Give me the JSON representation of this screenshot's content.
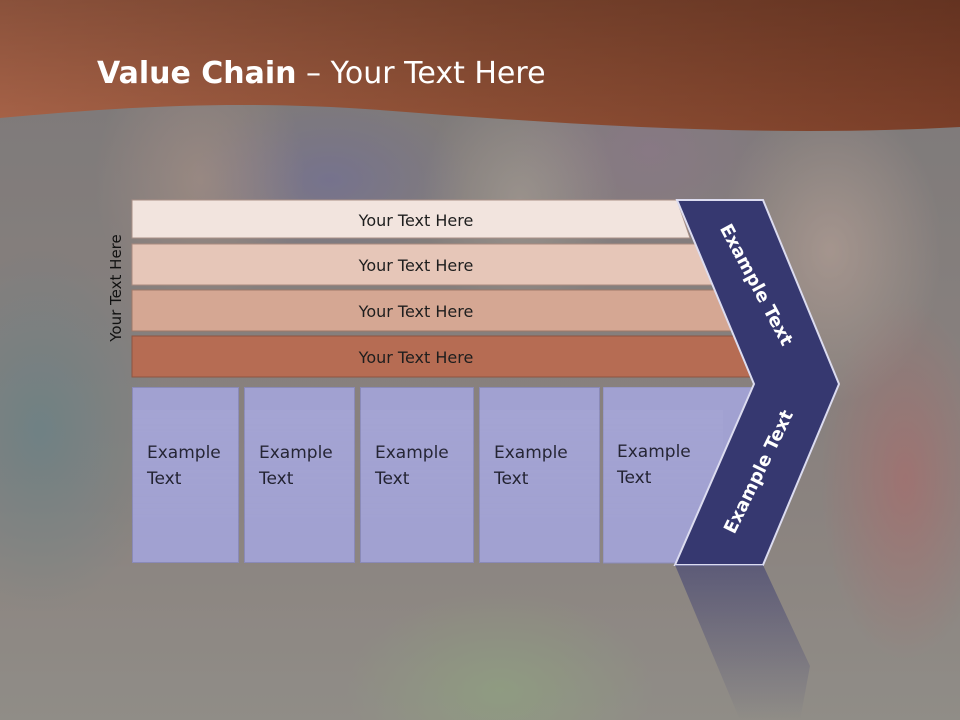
{
  "slide": {
    "title_bold": "Value Chain",
    "title_rest": " – Your Text Here"
  },
  "side_label": "Your Text Here",
  "rows": [
    {
      "label": "Your Text Here",
      "color": "#f2e4de"
    },
    {
      "label": "Your Text Here",
      "color": "#e6c6b8"
    },
    {
      "label": "Your Text Here",
      "color": "#d5a793"
    },
    {
      "label": "Your Text Here",
      "color": "#b66c53"
    }
  ],
  "boxes": [
    {
      "label": "Example\nText"
    },
    {
      "label": "Example\nText"
    },
    {
      "label": "Example\nText"
    },
    {
      "label": "Example\nText"
    },
    {
      "label": "Example\nText"
    }
  ],
  "chevron": {
    "upper_label": "Example Text",
    "lower_label": "Example Text",
    "color": "#363870"
  },
  "colors": {
    "header_band": "#8e4f35",
    "box_fill": "#a1a1d1"
  }
}
